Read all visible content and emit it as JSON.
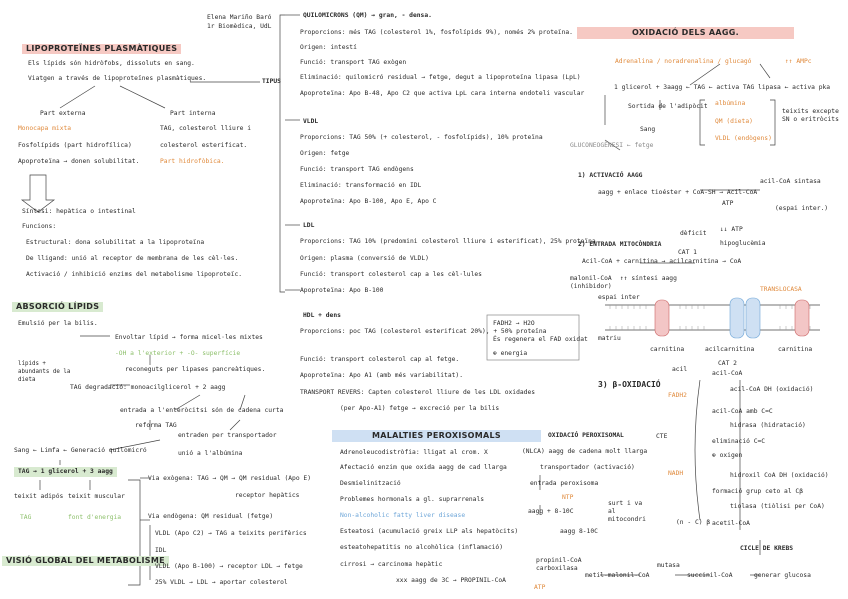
{
  "author": {
    "name": "Elena Mariño Baró",
    "course": "1r Biomèdica, UdL"
  },
  "lipoproteines": {
    "title": "LIPOPROTEÏNES PLASMÀTIQUES",
    "intro1": "Els lípids són hidròfobs, dissoluts en sang.",
    "intro2": "Viatgen a través de lipoproteïnes plasmàtiques.",
    "tipus_label": "TIPUS",
    "part_externa": "Part externa",
    "part_interna": "Part interna",
    "ext1": "Monocapa mixta",
    "ext2": "Fosfolípids (part hidrofílica)",
    "ext3": "Apoproteïna → donen solubilitat.",
    "int1": "TAG, colesterol lliure i",
    "int2": "colesterol esterificat.",
    "int3": "Part hidrofòbica.",
    "sintesi": "Síntesi: hepàtica o intestinal",
    "funcions": "Funcions:",
    "f1": "Estructural: dona solubilitat a la lipoproteïna",
    "f2": "De lligand: unió al receptor de membrana de les cèl·les.",
    "f3": "Activació / inhibició enzims del metabolisme lipoproteïc."
  },
  "absorcio": {
    "title": "ABSORCIÓ LÍPIDS",
    "emulsio": "Emulsió per la bilis.",
    "s1": "Envoltar lípid → forma micel·les mixtes",
    "s2": "-OH a l'exterior + -O- superfície",
    "lipids_dieta": "lípids + abundants de la dieta",
    "s3": "reconeguts per lipases pancreàtiques.",
    "s4": "TAG degradació: monoacilglicerol + 2 aagg",
    "s5": "entrada a l'enteròcit",
    "s6": "si són de cadena curta",
    "s7": "reforma TAG",
    "s8": "entraden per transportador",
    "s9": "unió a l'albúmina",
    "s10": "Sang ← Limfa ← Generació quilomicró",
    "s11": "TAG → 1 glicerol + 3 aagg",
    "s12": "teixit adipós",
    "s13": "teixit muscular",
    "s14": "TAG",
    "s15": "font d'energia"
  },
  "visio": {
    "title": "VISIÓ GLOBAL DEL METABOLISME",
    "v1": "Via exògena: TAG → QM → QM residual (Apo E)",
    "v2": "receptor hepàtics",
    "v3": "Via endògena: QM residual (fetge)",
    "v4": "VLDL (Apo C2) → TAG a teixits perifèrics",
    "v5": "IDL",
    "v6": "VLDL (Apo B-100) → receptor LDL → fetge",
    "v7": "25% VLDL → LDL → aportar colesterol"
  },
  "tipus": {
    "qm_title": "QUILOMICRONS (QM) → gran, - densa.",
    "qm1": "Proporcions: més TAG (colesterol 1%, fosfolípids 9%), només 2% proteïna.",
    "qm2": "Origen: intestí",
    "qm3": "Funció: transport TAG exògen",
    "qm4": "Eliminació: quilomicró residual → fetge, degut a lipoproteïna lipasa (LpL)",
    "qm5": "Apoproteïna: Apo B-48, Apo C2 que activa LpL cara interna endoteli vascular",
    "vldl_title": "VLDL",
    "vldl1": "Proporcions: TAG 50% (+ colesterol, - fosfolípids), 10% proteïna",
    "vldl2": "Origen: fetge",
    "vldl3": "Funció: transport TAG endògens",
    "vldl4": "Eliminació: transformació en IDL",
    "vldl5": "Apoproteïna: Apo B-100, Apo E, Apo C",
    "ldl_title": "LDL",
    "ldl1": "Proporcions: TAG 10% (predomini colesterol lliure i esterificat), 25% proteïna",
    "ldl2": "Origen: plasma (conversió de VLDL)",
    "ldl3": "Funció: transport colesterol cap a les cèl·lules",
    "ldl4": "Apoproteïna: Apo B-100",
    "hdl_title": "HDL + dens",
    "hdl1": "Proporcions: poc TAG (colesterol esterificat 20%), + 50% proteïna",
    "hdl2": "Funció: transport colesterol cap al fetge.",
    "hdl3": "Apoproteïna: Apo A1 (amb més variabilitat).",
    "hdl4": "TRANSPORT REVERS: Capten colesterol lliure de les LDL oxidades",
    "hdl5": "(per Apo-A1) fetge → excreció per la bilis"
  },
  "malalties": {
    "title": "MALALTIES PEROXISOMALS",
    "m1": "Adrenoleucodistròfia: lligat al crom. X",
    "m2": "Afectació enzim que oxida aagg de cad llarga",
    "m3": "Desmielinització",
    "m4": "Problemes hormonals a gl. suprarrenals",
    "m5": "Non-alcoholic fatty liver disease",
    "m6": "Esteatosi (acumulació greix LLP als hepatòcits)",
    "m7": "esteatohepatitis no alcohòlica (inflamació)",
    "m8": "cirrosi → carcinoma hepàtic",
    "m9": "xxx aagg de 3C → PROPINIL-CoA"
  },
  "oxidacio": {
    "title": "OXIDACIÓ DELS AAGG.",
    "hormones": "Adrenalina / noradrenalina / glucagó",
    "amp": "↑↑ AMPc",
    "tag_lipasa": "1 glicerol + 3aagg ← TAG ← activa TAG lipasa ← activa pka",
    "sortida": "Sortida de l'adipòcit",
    "albumina": "albúmina",
    "qm": "QM (dieta)",
    "vldl": "VLDL (endògens)",
    "teixits": "teixits excepte SN o eritròcits",
    "sang": "Sang",
    "gluco": "GLUCONEOGÈNESI ← fetge",
    "activacio": "1) ACTIVACIÓ AAGG",
    "act_eq": "aagg + enlace tioéster + CoA-SH → Acil-CoA",
    "acil_sintasa": "acil-CoA sintasa",
    "atp": "ATP",
    "espai": "(espai inter.)",
    "entrada": "2) ENTRADA MITOCÒNDRIA",
    "acil_carn": "Acil-CoA + carnitina → acilcarnitina → CoA",
    "cat1": "CAT 1",
    "dificit": "dèficit",
    "hipo": "hipoglucèmia",
    "menys_atp": "↓↓ ATP",
    "malonil": "malonil-CoA (inhibidor)",
    "sintesi_aagg": "↑↑ síntesi aagg",
    "espai_inter": "espai inter",
    "matriu": "matriu",
    "transloc": "TRANSLOCASA",
    "carnitina": "carnitina",
    "acilcarn": "acilcarnitina",
    "carnitina2": "carnitina",
    "cat2": "CAT 2",
    "acil2": "acil",
    "acil3": "acil-CoA",
    "beta": "3) β-OXIDACIÓ",
    "b1": "acil-CoA DH (oxidació)",
    "b2": "FADH2",
    "b3": "acil-CoA amb C=C",
    "b4": "hidrasa (hidratació)",
    "b5": "eliminació C=C",
    "b6": "⊕ oxigen",
    "b7": "NADH",
    "b8": "hidroxil CoA DH (oxidació)",
    "b9": "formació grup ceto al Cβ",
    "b10": "tiolasa (tiòlisi per CoA)",
    "b11": "acetil-CoA",
    "b12": "(n - C) β",
    "b13": "CTE",
    "b14": "CICLE DE KREBS",
    "fadh2_box1": "FADH2 → H2O",
    "fadh2_box2": "És regenera el FAD oxidat",
    "fadh2_box3": "⊕ energia",
    "perox_title": "OXIDACIÓ PEROXISOMAL",
    "p1": "(NLCA) aagg de cadena molt llarga",
    "p2": "transportador (activació)",
    "p3": "entrada peroxisoma",
    "p4": "NTP",
    "p5": "aagg + 8-10C",
    "p6": "surt i va al mitocondri",
    "p7": "aagg 8-10C",
    "propinil": "propinil-CoA carboxilasa",
    "atp2": "ATP",
    "metil": "metil-malonil-CoA",
    "mutasa": "mutasa",
    "succinil": "succinil-CoA",
    "glucosa": "generar glucosa"
  }
}
